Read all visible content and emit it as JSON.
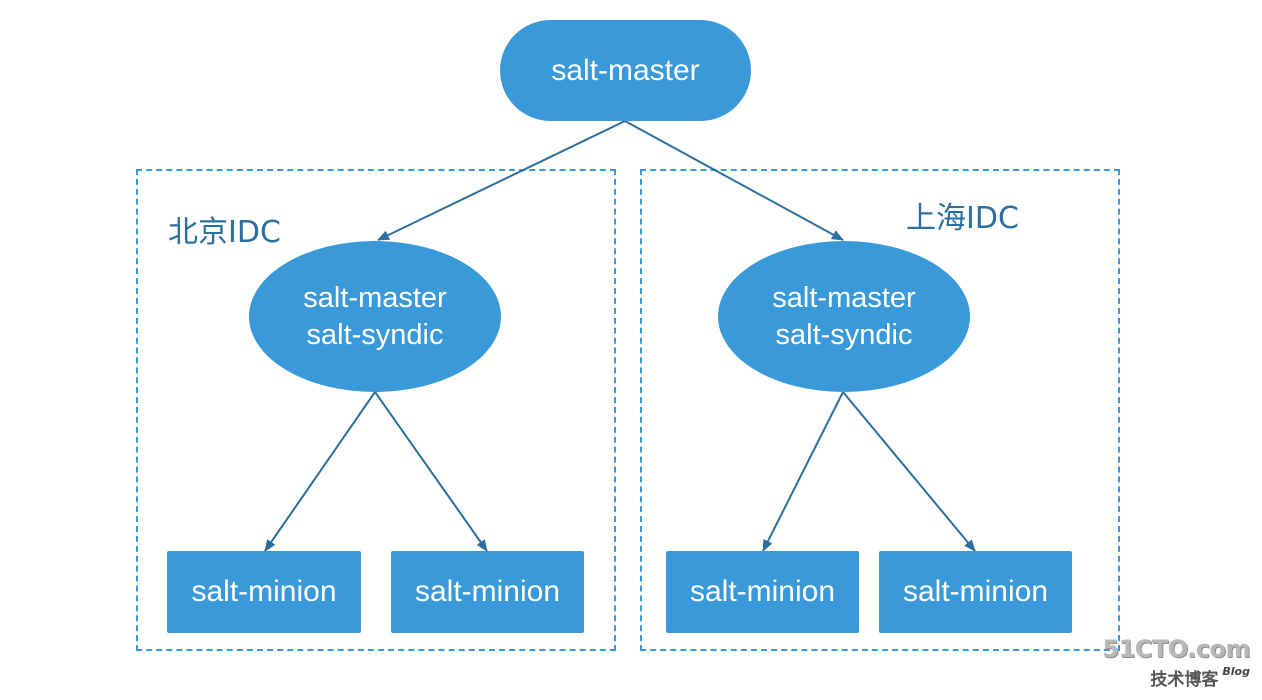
{
  "diagram": {
    "top_master": {
      "label": "salt-master"
    },
    "regions": [
      {
        "label": "北京IDC",
        "syndic": {
          "line1": "salt-master",
          "line2": "salt-syndic"
        },
        "minions": [
          {
            "label": "salt-minion"
          },
          {
            "label": "salt-minion"
          }
        ]
      },
      {
        "label": "上海IDC",
        "syndic": {
          "line1": "salt-master",
          "line2": "salt-syndic"
        },
        "minions": [
          {
            "label": "salt-minion"
          },
          {
            "label": "salt-minion"
          }
        ]
      }
    ],
    "colors": {
      "node_fill": "#3a9ad9",
      "edge": "#2b6f9e",
      "region_border": "#3a9ad9"
    }
  },
  "watermark": {
    "site": "51CTO.com",
    "subtitle": "技术博客",
    "tag": "Blog"
  }
}
